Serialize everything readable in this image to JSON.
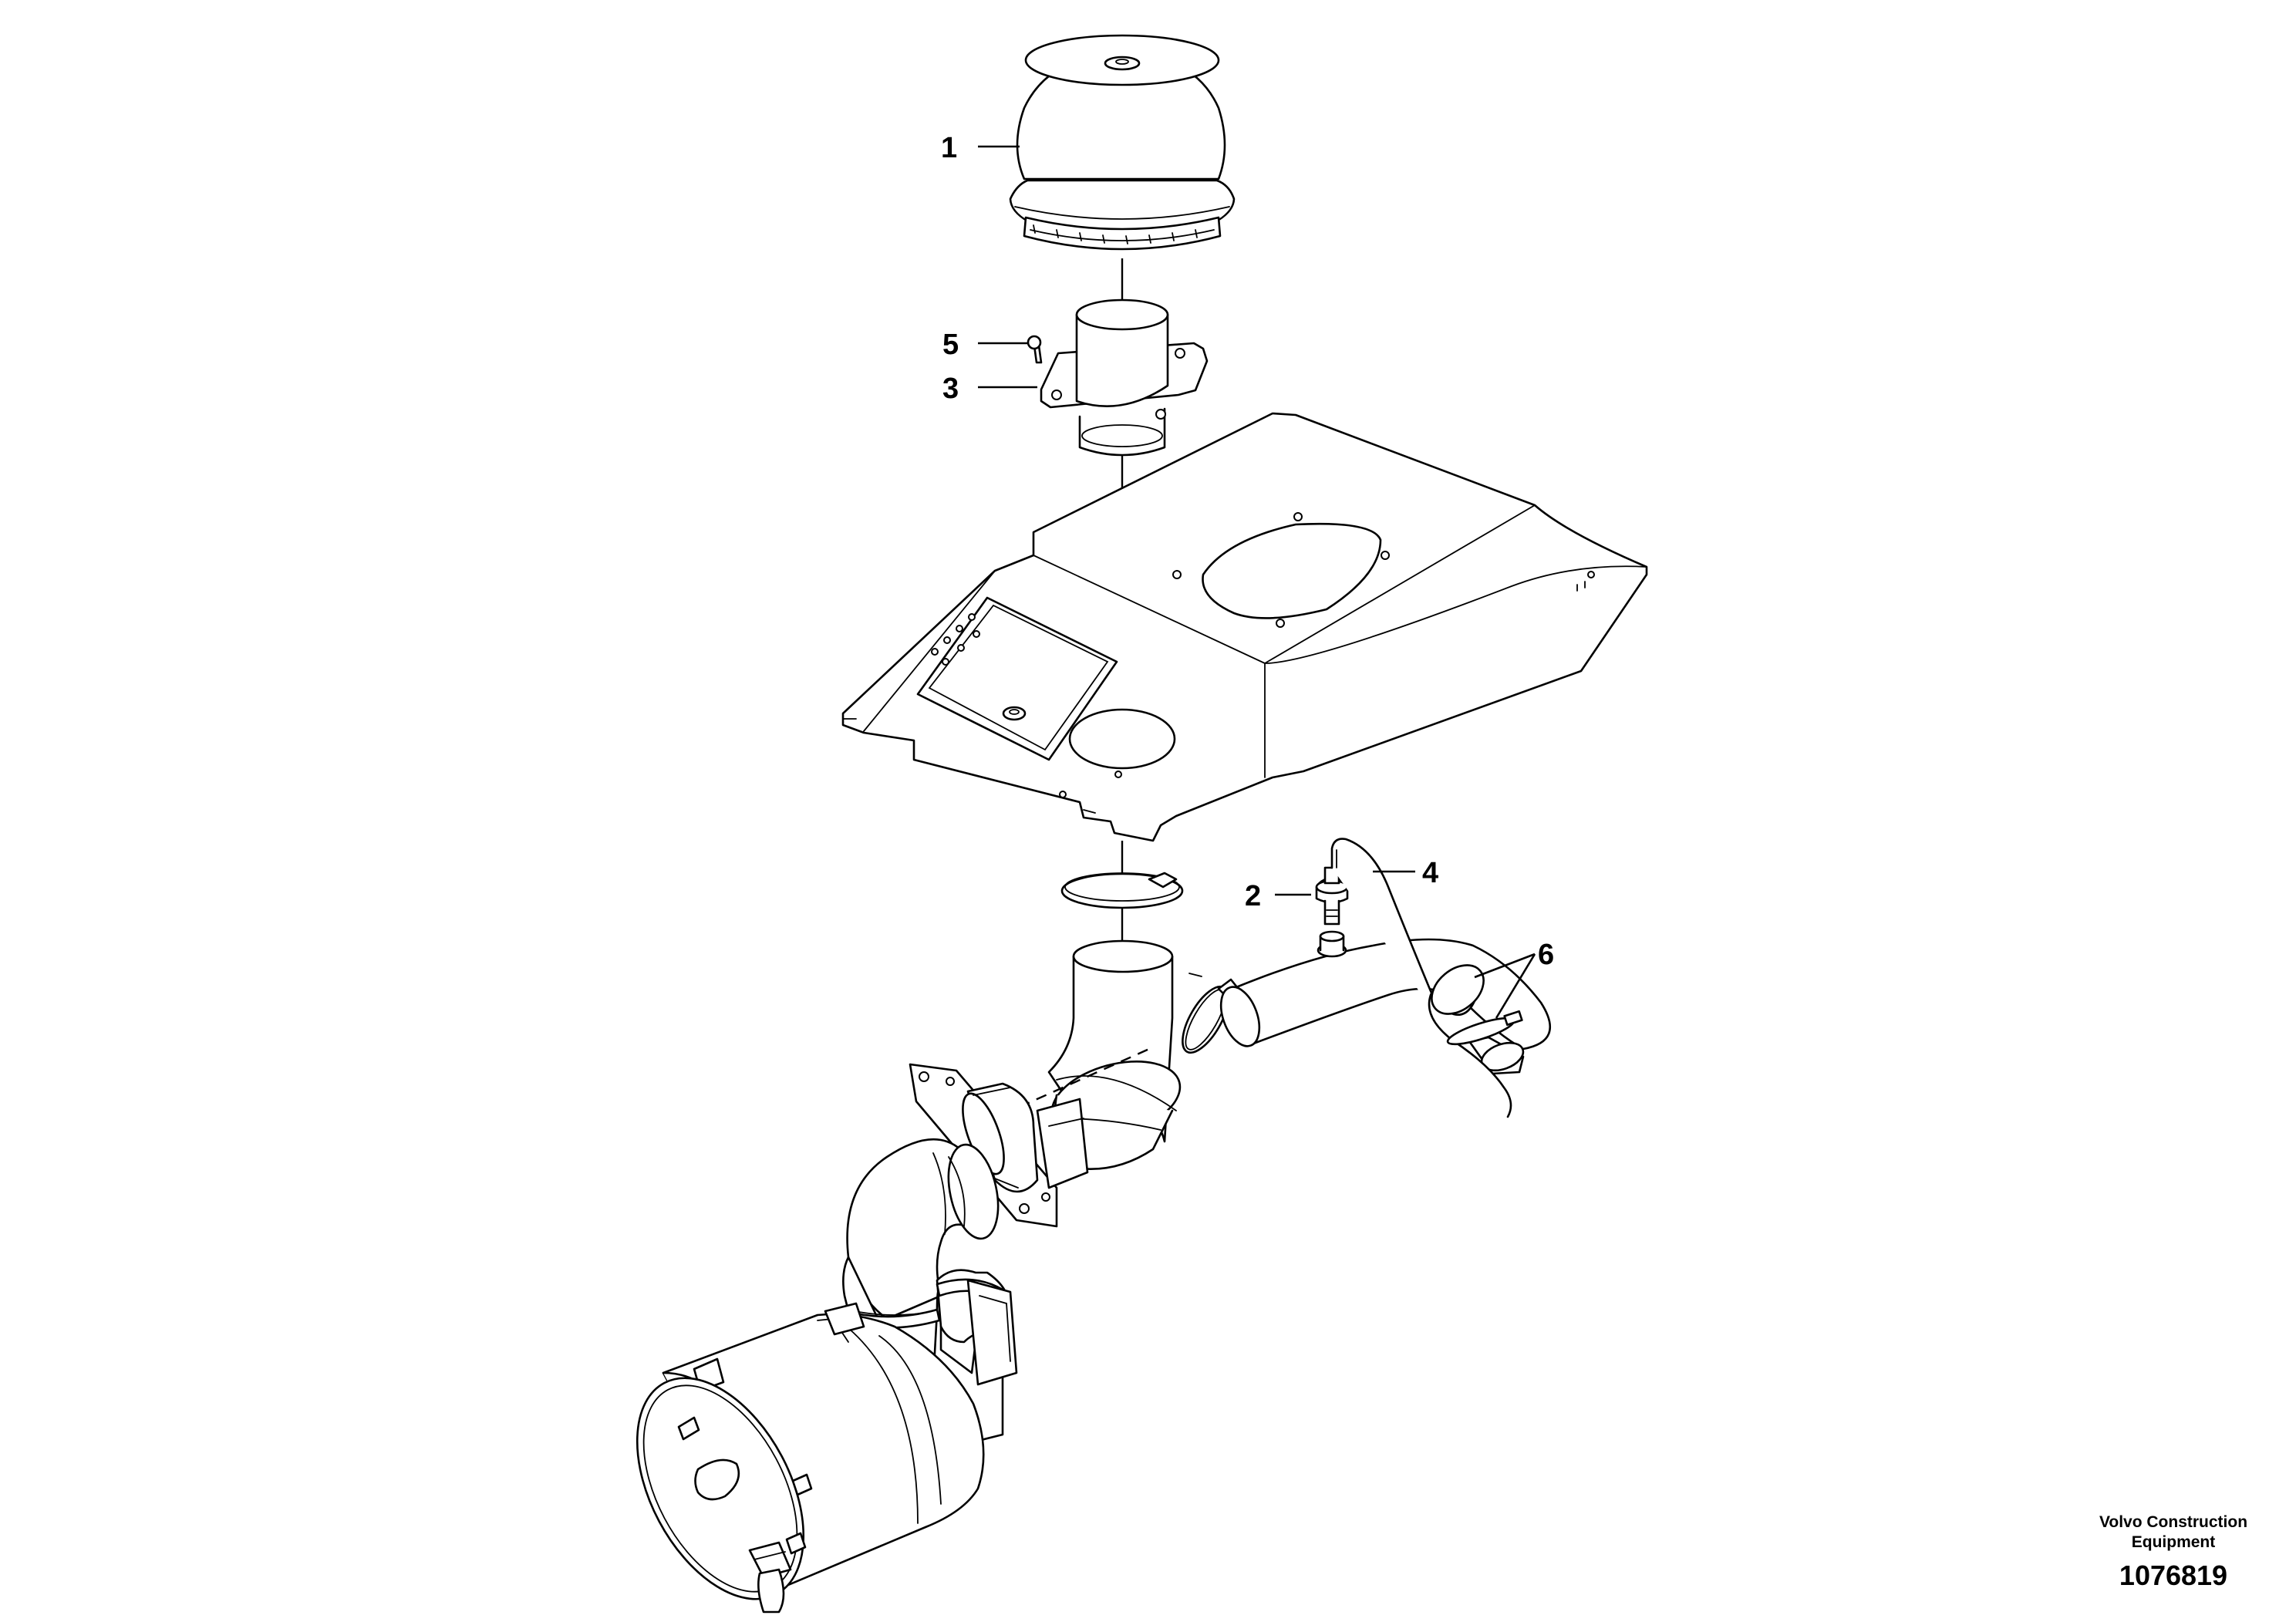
{
  "callouts": [
    {
      "id": "1",
      "part": "pre-cleaner bowl"
    },
    {
      "id": "2",
      "part": "sensor"
    },
    {
      "id": "3",
      "part": "intake pipe with flange"
    },
    {
      "id": "4",
      "part": "sensor cable"
    },
    {
      "id": "5",
      "part": "screw"
    },
    {
      "id": "6",
      "part": "cable ties"
    }
  ],
  "credit": {
    "line1": "Volvo Construction",
    "line2": "Equipment"
  },
  "drawing_number": "1076819",
  "icons": [
    "pre-cleaner-icon",
    "intake-pipe-icon",
    "engine-hood-icon",
    "hose-clamp-icon",
    "sensor-icon",
    "air-filter-icon"
  ]
}
